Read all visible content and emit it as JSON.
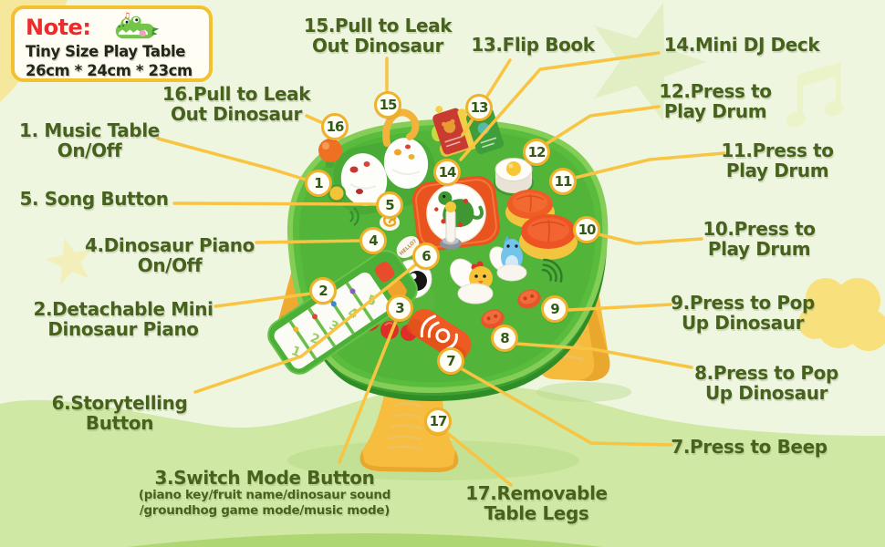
{
  "note_box": {
    "title": "Note:",
    "line1": "Tiny Size Play Table",
    "line2": "26cm * 24cm * 23cm",
    "icon": "crocodile-icon"
  },
  "callouts": [
    {
      "num": "1",
      "lines": [
        "1. Music Table",
        "On/Off"
      ]
    },
    {
      "num": "2",
      "lines": [
        "2.Detachable Mini",
        "Dinosaur Piano"
      ]
    },
    {
      "num": "3",
      "lines": [
        "3.Switch Mode Button"
      ],
      "sublines": [
        "(piano key/fruit name/dinosaur sound",
        "/groundhog game mode/music mode)"
      ]
    },
    {
      "num": "4",
      "lines": [
        "4.Dinosaur Piano",
        "On/Off"
      ]
    },
    {
      "num": "5",
      "lines": [
        "5. Song Button"
      ]
    },
    {
      "num": "6",
      "lines": [
        "6.Storytelling",
        "Button"
      ]
    },
    {
      "num": "7",
      "lines": [
        "7.Press to Beep"
      ]
    },
    {
      "num": "8",
      "lines": [
        "8.Press to Pop",
        "Up Dinosaur"
      ]
    },
    {
      "num": "9",
      "lines": [
        "9.Press to Pop",
        "Up Dinosaur"
      ]
    },
    {
      "num": "10",
      "lines": [
        "10.Press to",
        "Play Drum"
      ]
    },
    {
      "num": "11",
      "lines": [
        "11.Press to",
        "Play Drum"
      ]
    },
    {
      "num": "12",
      "lines": [
        "12.Press to",
        "Play Drum"
      ]
    },
    {
      "num": "13",
      "lines": [
        "13.Flip Book"
      ]
    },
    {
      "num": "14",
      "lines": [
        "14.Mini DJ Deck"
      ]
    },
    {
      "num": "15",
      "lines": [
        "15.Pull to Leak",
        "Out Dinosaur"
      ]
    },
    {
      "num": "16",
      "lines": [
        "16.Pull to Leak",
        "Out Dinosaur"
      ]
    },
    {
      "num": "17",
      "lines": [
        "17.Removable",
        "Table Legs"
      ]
    }
  ],
  "toy": {
    "hello_label": "HELLO?",
    "piano_key_numbers": [
      "1",
      "2",
      "3",
      "4",
      "5"
    ]
  },
  "decorations": [
    "corner-wedge",
    "big-star",
    "small-star",
    "music-note",
    "flower-cloud",
    "ground-wave"
  ],
  "colors": {
    "label_text": "#47621c",
    "callout_line": "#f8c441",
    "badge_border": "#f0b22b",
    "badge_fill": "#fffef7",
    "badge_text": "#33591a",
    "note_border": "#f3c02f",
    "note_title_red": "#f02a2a",
    "note_text": "#232816",
    "table_green": "#5abc3d",
    "leg_yellow": "#f7bd3e",
    "drum_orange": "#ee5423",
    "background_light": "#eef6df",
    "wave_green": "#cfe8a3"
  }
}
